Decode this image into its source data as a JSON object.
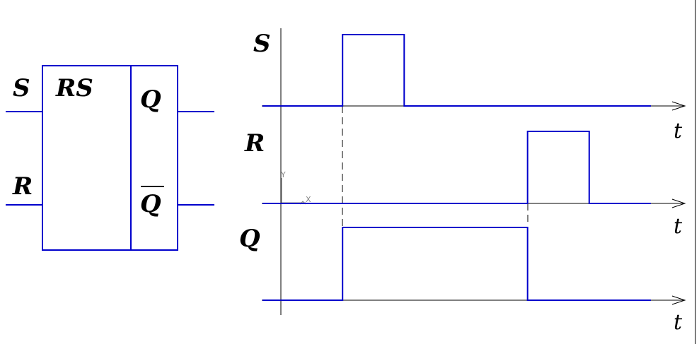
{
  "colors": {
    "signal": "#0000cc",
    "axis": "#000000",
    "ucs": "#888888",
    "background": "#ffffff"
  },
  "block": {
    "type_label": "RS",
    "input_s": "S",
    "input_r": "R",
    "output_q": "Q",
    "output_qbar": "Q"
  },
  "timing": {
    "time_label": "t",
    "transition_times": [
      1,
      2,
      4,
      5
    ],
    "t_max": 6,
    "signals": [
      {
        "name": "S",
        "levels": [
          [
            0,
            0
          ],
          [
            1,
            1
          ],
          [
            2,
            0
          ]
        ]
      },
      {
        "name": "R",
        "levels": [
          [
            0,
            0
          ],
          [
            4,
            1
          ],
          [
            5,
            0
          ]
        ]
      },
      {
        "name": "Q",
        "levels": [
          [
            0,
            0
          ],
          [
            1,
            1
          ],
          [
            4,
            0
          ]
        ]
      }
    ]
  },
  "ucs_icon": {
    "x_label": "X",
    "y_label": "Y"
  }
}
